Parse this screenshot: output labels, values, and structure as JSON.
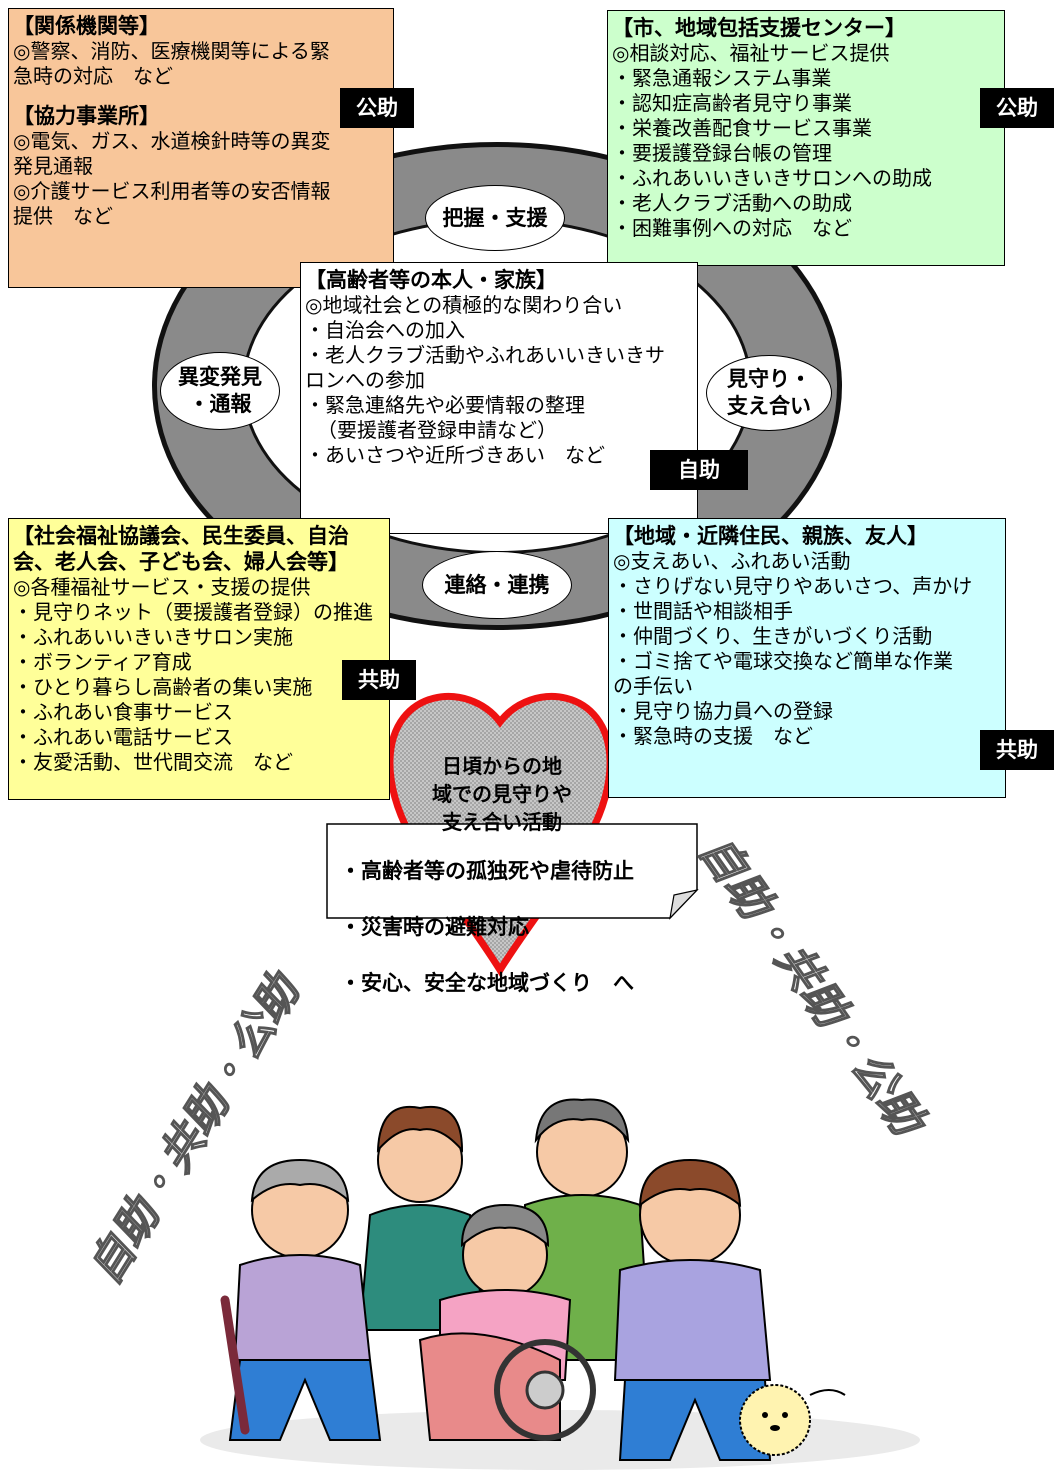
{
  "colors": {
    "ring": "#8a8a8a",
    "orange_box": "#f8c69a",
    "green_box": "#ccffcc",
    "yellow_box": "#ffff99",
    "cyan_box": "#ccffff",
    "heart_border": "#ff0000",
    "heart_fill": "#b5b5b5"
  },
  "top_left": {
    "section1_title": "【関係機関等】",
    "section1_lines": [
      "◎警察、消防、医療機関等による緊",
      "急時の対応　など"
    ],
    "section2_title": "【協力事業所】",
    "section2_lines": [
      "◎電気、ガス、水道検針時等の異変",
      "発見通報",
      "◎介護サービス利用者等の安否情報",
      "提供　など"
    ],
    "tag": "公助"
  },
  "top_right": {
    "title": "【市、地域包括支援センター】",
    "lines": [
      "◎相談対応、福祉サービス提供",
      "・緊急通報システム事業",
      "・認知症高齢者見守り事業",
      "・栄養改善配食サービス事業",
      "・要援護登録台帳の管理",
      "・ふれあいいきいきサロンへの助成",
      "・老人クラブ活動への助成",
      "・困難事例への対応　など"
    ],
    "tag": "公助"
  },
  "center": {
    "title": "【高齢者等の本人・家族】",
    "lines": [
      "◎地域社会との積極的な関わり合い",
      "・自治会への加入",
      "・老人クラブ活動やふれあいいきいきサ",
      "ロンへの参加",
      "・緊急連絡先や必要情報の整理",
      "（要援護者登録申請など）",
      "・あいさつや近所づきあい　など"
    ],
    "tag": "自助"
  },
  "bottom_left": {
    "title": "【社会福祉協議会、民生委員、自治\n会、老人会、子ども会、婦人会等】",
    "lines": [
      "◎各種福祉サービス・支援の提供",
      "・見守りネット（要援護者登録）の推進",
      "・ふれあいいきいきサロン実施",
      "・ボランティア育成",
      "・ひとり暮らし高齢者の集い実施",
      "・ふれあい食事サービス",
      "・ふれあい電話サービス",
      "・友愛活動、世代間交流　など"
    ],
    "tag": "共助"
  },
  "bottom_right": {
    "title": "【地域・近隣住民、親族、友人】",
    "lines": [
      "◎支えあい、ふれあい活動",
      "・さりげない見守りやあいさつ、声かけ",
      "・世間話や相談相手",
      "・仲間づくり、生きがいづくり活動",
      "・ゴミ捨てや電球交換など簡単な作業",
      "の手伝い",
      "・見守り協力員への登録",
      "・緊急時の支援　など"
    ],
    "tag": "共助"
  },
  "ring_labels": {
    "top": "把握・支援",
    "left": "異変発見\n・通報",
    "right": "見守り・\n支え合い",
    "bottom": "連絡・連携"
  },
  "heart_text": "日頃からの地\n域での見守りや\n支え合い活動",
  "result": {
    "lines": [
      "・高齢者等の孤独死や虐待防止",
      "・災害時の避難対応",
      "・安心、安全な地域づくり　へ"
    ]
  },
  "arc_text": {
    "left": "自助・共助・公助",
    "right": "自助・共助・公助"
  },
  "illustration": "elderly-people-group-with-wheelchair-and-dog"
}
